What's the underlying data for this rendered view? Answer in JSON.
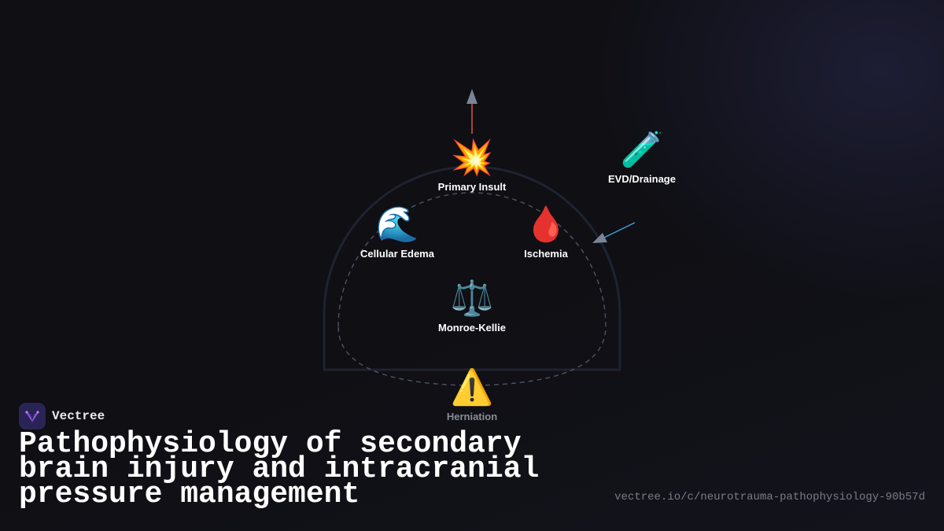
{
  "diagram": {
    "nodes": [
      {
        "id": "primary",
        "emoji": "💥",
        "label": "Primary Insult",
        "icon": "explosion-icon"
      },
      {
        "id": "edema",
        "emoji": "🌊",
        "label": "Cellular Edema",
        "icon": "wave-icon"
      },
      {
        "id": "ischemia",
        "emoji": "🩸",
        "label": "Ischemia",
        "icon": "blood-drop-icon"
      },
      {
        "id": "monroe",
        "emoji": "⚖️",
        "label": "Monroe-Kellie",
        "icon": "scales-icon"
      },
      {
        "id": "herniation",
        "emoji": "⚠️",
        "label": "Herniation",
        "icon": "warning-icon"
      },
      {
        "id": "evd",
        "emoji": "🧪",
        "label": "EVD/Drainage",
        "icon": "test-tube-icon"
      }
    ],
    "colors": {
      "skull_outline": "#1f2330",
      "dashed_outline": "#4a5060",
      "pressure_arrow": "#e05050",
      "drainage_arrow": "#3aa0e0",
      "arrowhead": "#7a8496"
    }
  },
  "brand": {
    "name": "Vectree",
    "logo_color": "#2a2456",
    "logo_accent": "#a060f0"
  },
  "title": "Pathophysiology of secondary brain injury and intracranial pressure management",
  "url": "vectree.io/c/neurotrauma-pathophysiology-90b57d"
}
